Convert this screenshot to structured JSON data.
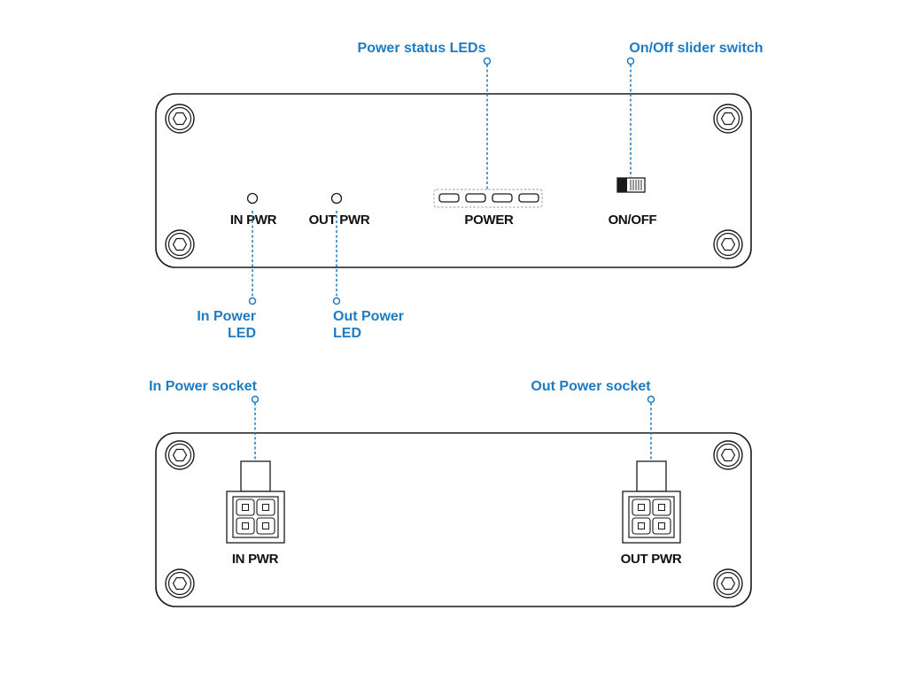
{
  "colors": {
    "callout": "#1f7bc1",
    "outline": "#1a1a1a",
    "background": "#ffffff"
  },
  "front_panel": {
    "labels": {
      "in_pwr": "IN PWR",
      "out_pwr": "OUT PWR",
      "power": "POWER",
      "on_off": "ON/OFF"
    },
    "callouts": {
      "power_status_leds": "Power status LEDs",
      "on_off_slider_switch": "On/Off slider switch",
      "in_power_led_line1": "In Power",
      "in_power_led_line2": "LED",
      "out_power_led_line1": "Out Power",
      "out_power_led_line2": "LED"
    },
    "power_led_count": 4
  },
  "back_panel": {
    "labels": {
      "in_pwr": "IN PWR",
      "out_pwr": "OUT PWR"
    },
    "callouts": {
      "in_power_socket": "In Power socket",
      "out_power_socket": "Out Power socket"
    }
  },
  "icons": {
    "screw": "hex-screw-icon",
    "led": "led-indicator-icon",
    "switch": "slider-switch-icon",
    "socket": "4-pin-power-socket-icon"
  }
}
